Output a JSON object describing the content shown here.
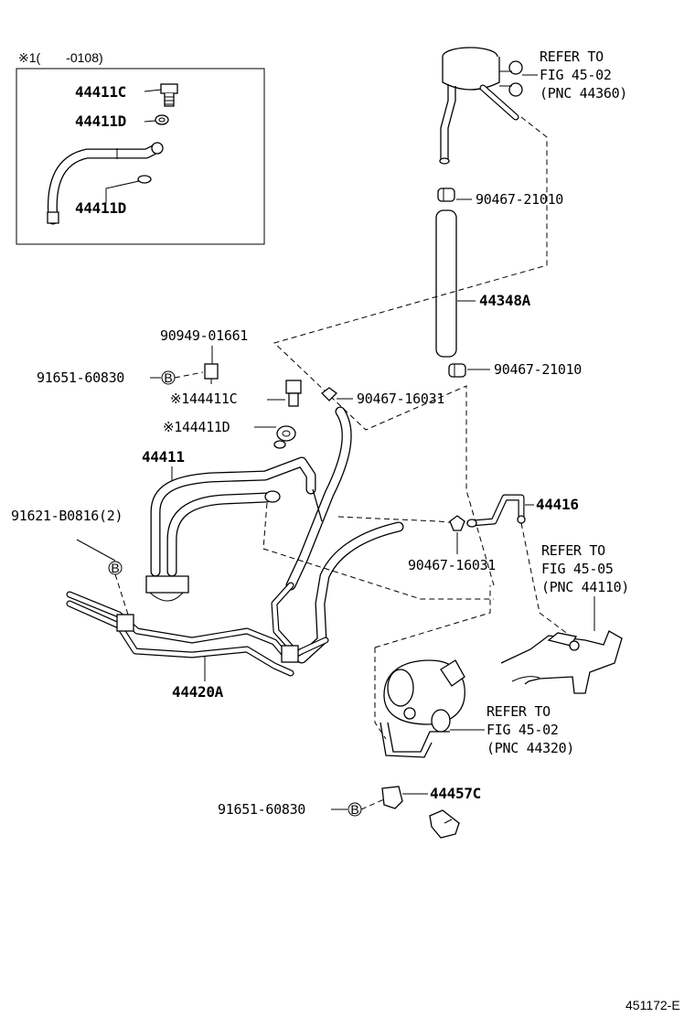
{
  "inset": {
    "header": "※1(　　-0108)",
    "labels": {
      "bolt": "44411C",
      "gasket_upper": "44411D",
      "gasket_lower": "44411D"
    }
  },
  "callouts": {
    "reservoir_ref": [
      "REFER TO",
      "FIG 45-02",
      "(PNC 44360)"
    ],
    "clamp_top": "90467-21010",
    "return_hose": "44348A",
    "clamp_bottom": "90467-21010",
    "union_bolt_code": "90949-01661",
    "bolt_b_top": "91651-60830",
    "bolt_b_marker": "B",
    "alt_bolt": "※144411C",
    "alt_gasket": "※144411D",
    "clip_mid": "90467-16031",
    "pressure_tube": "44411",
    "bolt_b_left": "91621-B0816(2)",
    "tube_44416": "44416",
    "clip_right": "90467-16031",
    "pump_ref": [
      "REFER TO",
      "FIG 45-05",
      "(PNC 44110)"
    ],
    "return_tube": "44420A",
    "gear_ref": [
      "REFER TO",
      "FIG 45-02",
      "(PNC 44320)"
    ],
    "bracket": "44457C",
    "bolt_b_bottom": "91651-60830"
  },
  "figure_id": "451172-E"
}
